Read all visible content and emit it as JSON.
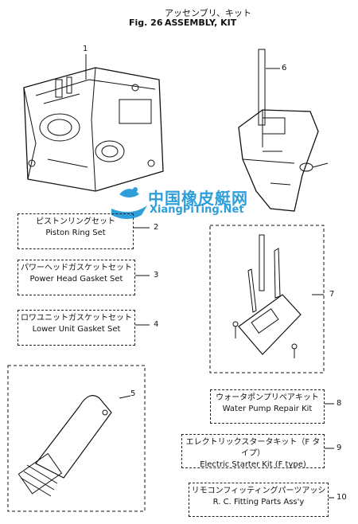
{
  "header": {
    "title_jp": "アッセンブリ、キット",
    "fig_label": "Fig. 26",
    "title_en": "ASSEMBLY, KIT"
  },
  "watermark": {
    "name_cn": "中国橡皮艇网",
    "url": "XiangPiTing.Net",
    "color": "#2e9fd9"
  },
  "callouts": [
    {
      "number": "1"
    },
    {
      "number": "2",
      "jp": "ピストンリングセット",
      "en": "Piston Ring Set"
    },
    {
      "number": "3",
      "jp": "パワーヘッドガスケットセット",
      "en": "Power Head Gasket Set"
    },
    {
      "number": "4",
      "jp": "ロワユニットガスケットセット",
      "en": "Lower Unit Gasket Set"
    },
    {
      "number": "5"
    },
    {
      "number": "6"
    },
    {
      "number": "7"
    },
    {
      "number": "8",
      "jp": "ウォータポンプリペアキット",
      "en": "Water Pump Repair Kit"
    },
    {
      "number": "9",
      "jp": "エレクトリックスタータキット（F タイプ）",
      "en": "Electric Starter Kit (F type)"
    },
    {
      "number": "10",
      "jp": "リモコンフィッティングパーツアッシ",
      "en": "R. C. Fitting Parts Ass'y"
    }
  ]
}
